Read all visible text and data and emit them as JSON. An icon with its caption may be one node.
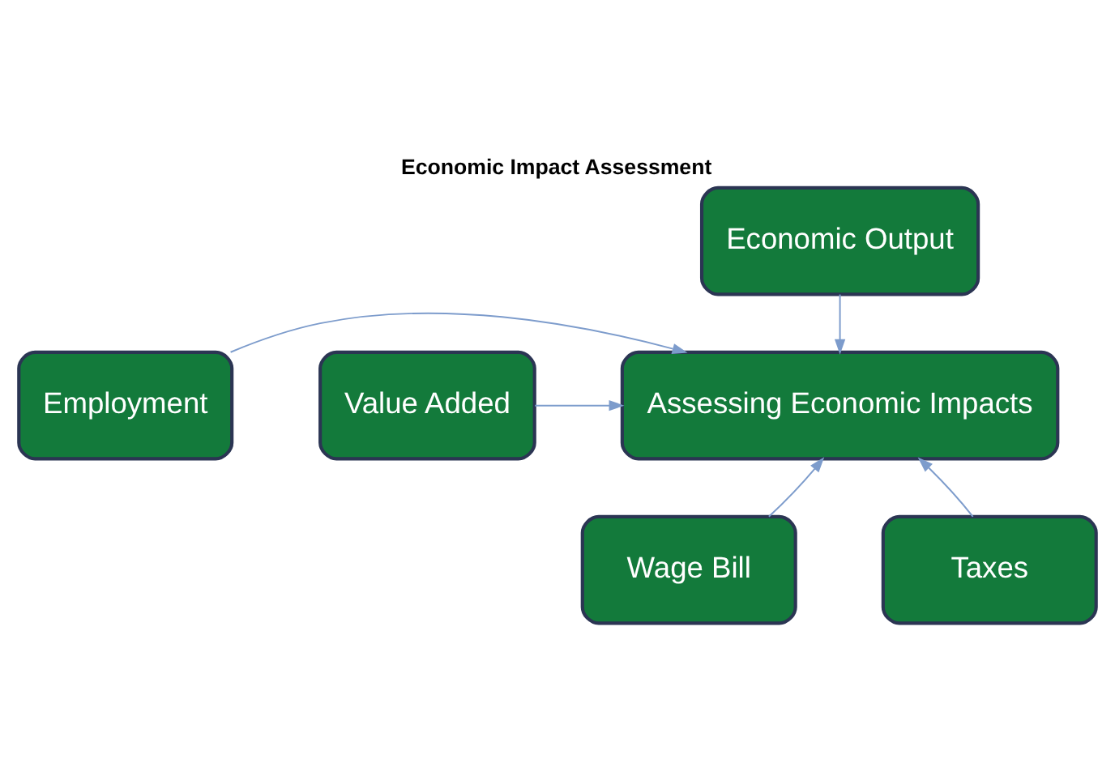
{
  "diagram": {
    "title": "Economic Impact Assessment",
    "nodes": [
      {
        "text": [
          "Economic Output"
        ]
      },
      {
        "text": [
          "Employment"
        ]
      },
      {
        "text": [
          "Value Added"
        ]
      },
      {
        "text": [
          "Assessing Economic Impacts"
        ]
      },
      {
        "text": [
          "Wage Bill"
        ]
      },
      {
        "text": [
          "Taxes"
        ]
      }
    ],
    "edges": [
      {
        "from": 0,
        "to": 3,
        "arrow": "to"
      },
      {
        "from": 1,
        "to": 3,
        "arrow": "to"
      },
      {
        "from": 2,
        "to": 3,
        "arrow": "to"
      },
      {
        "from": 4,
        "to": 3,
        "arrow": "to"
      },
      {
        "from": 5,
        "to": 3,
        "arrow": "to"
      }
    ]
  }
}
